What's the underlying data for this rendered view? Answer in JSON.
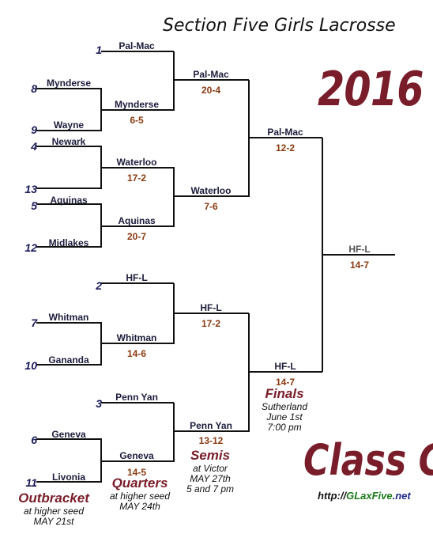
{
  "title": "Section Five Girls Lacrosse",
  "year": "2016",
  "class_label": "Class C",
  "website": {
    "prefix": "http://",
    "domain": "GLaxFive",
    "tld": ".net"
  },
  "seeds": [
    "1",
    "8",
    "9",
    "4",
    "13",
    "5",
    "12",
    "2",
    "7",
    "10",
    "3",
    "6",
    "11"
  ],
  "outbracket": {
    "teams": [
      "Mynderse",
      "Wayne",
      "Newark",
      "Aquinas",
      "Midlakes",
      "Whitman",
      "Gananda",
      "Geneva",
      "Livonia"
    ]
  },
  "first_round_teams": [
    "Pal-Mac",
    "Waterloo",
    "HF-L",
    "Penn Yan"
  ],
  "quarters": {
    "winners": [
      "Mynderse",
      "Waterloo",
      "Aquinas",
      "Whitman",
      "Geneva"
    ],
    "scores": [
      "6-5",
      "17-2",
      "20-7",
      "14-6",
      "14-5"
    ]
  },
  "semis": {
    "winners": [
      "Pal-Mac",
      "Waterloo",
      "HF-L",
      "Penn Yan"
    ],
    "scores": [
      "20-4",
      "7-6",
      "17-2",
      "13-12"
    ]
  },
  "finals_teams": {
    "winners": [
      "Pal-Mac",
      "HF-L"
    ],
    "scores": [
      "12-2",
      "14-7"
    ]
  },
  "champion": {
    "team": "HF-L",
    "score": "14-7"
  },
  "round_labels": {
    "outbracket": {
      "name": "Outbracket",
      "line1": "at higher seed",
      "line2": "MAY 21st"
    },
    "quarters": {
      "name": "Quarters",
      "line1": "at higher seed",
      "line2": "MAY 24th"
    },
    "semis": {
      "name": "Semis",
      "line1": "at Victor",
      "line2": "MAY 27th",
      "line3": "5 and 7 pm"
    },
    "finals": {
      "name": "Finals",
      "line1": "Sutherland",
      "line2": "June 1st",
      "line3": "7:00 pm"
    }
  }
}
